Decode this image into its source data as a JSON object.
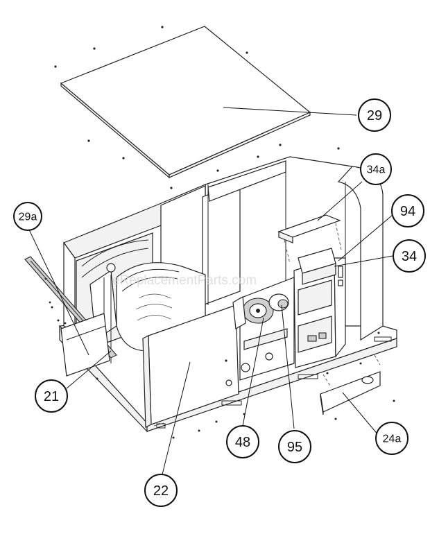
{
  "watermark": "eReplacementParts.com",
  "callouts": {
    "c29": "29",
    "c29a": "29a",
    "c34a": "34a",
    "c94": "94",
    "c34": "34",
    "c21": "21",
    "c48": "48",
    "c95": "95",
    "c24a": "24a",
    "c22": "22"
  }
}
